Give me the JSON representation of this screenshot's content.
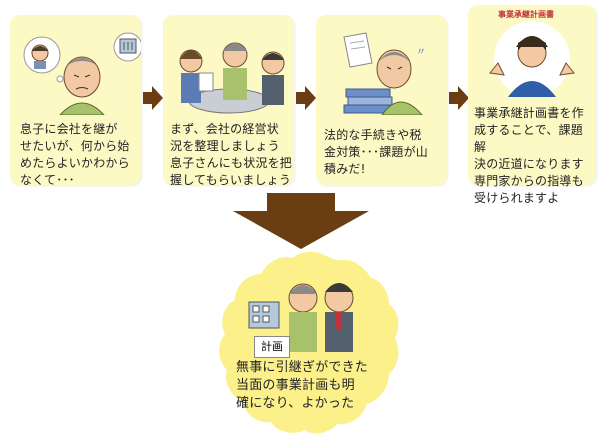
{
  "steps": [
    {
      "text_lines": [
        "息子に会社を継が",
        "せたいが、何から始",
        "めたらよいかわから",
        "なくて･･･"
      ]
    },
    {
      "text_lines": [
        "まず、会社の経営状",
        "況を整理しましょう",
        "息子さんにも状況を把",
        "握してもらいましょう"
      ]
    },
    {
      "text_lines": [
        "法的な手続きや税",
        "金対策･･･課題が山",
        "積みだ!"
      ]
    },
    {
      "badge": "事業承継計画書",
      "text_lines": [
        "事業承継計画書を作",
        "成することで、課題解",
        "決の近道になります",
        "専門家からの指導も",
        "受けられますよ"
      ]
    }
  ],
  "result": {
    "plan_label": "計画",
    "text_lines": [
      "無事に引継ぎができた",
      "当面の事業計画も明",
      "確になり、よかった"
    ]
  },
  "colors": {
    "card_bg": "#fdf9c4",
    "arrow": "#6b3d12",
    "bubble_bg": "#fbf08a",
    "badge": "#c0313b"
  }
}
